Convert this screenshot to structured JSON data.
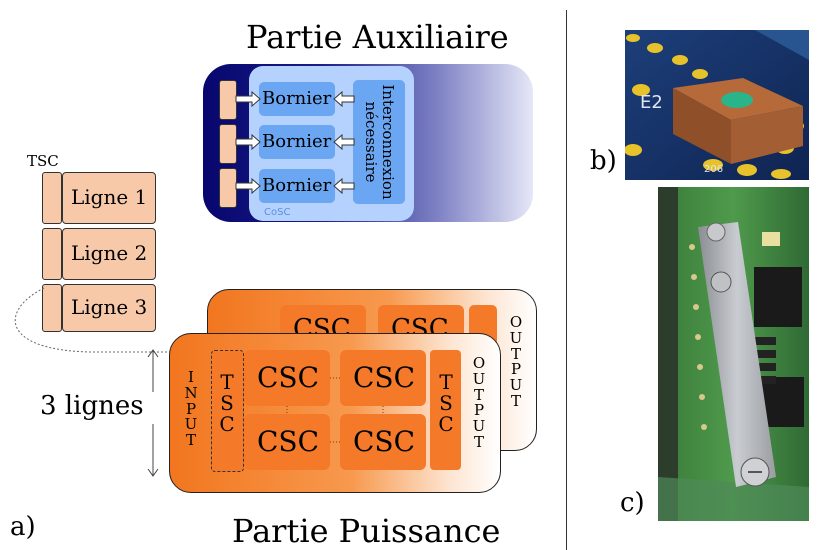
{
  "panel_a": {
    "label": "a)",
    "aux_title": "Partie Auxiliaire",
    "power_title": "Partie Puissance",
    "tsc_label": "TSC",
    "lines": [
      "Ligne 1",
      "Ligne 2",
      "Ligne 3"
    ],
    "bornier_label": "Bornier",
    "interconnexion_label": "Interconnexion nécessaire",
    "cosc_label": "CoSC",
    "three_lines_label": "3 lignes",
    "input_label": "INPUT",
    "output_label": "OUTPUT",
    "tsc_vertical": "TSC",
    "csc_label": "CSC"
  },
  "panel_b": {
    "label": "b)",
    "pcb_text": "E2",
    "pcb_small_text": "206"
  },
  "panel_c": {
    "label": "c)"
  },
  "colors": {
    "aux_dark": "#0a0a7a",
    "aux_light": "#b7d3ff",
    "bornier": "#6aa6f2",
    "pin": "#f8c9a8",
    "line_box": "#f8c9a8",
    "power_orange": "#f58a3a",
    "csc_orange": "#f47a2a"
  }
}
